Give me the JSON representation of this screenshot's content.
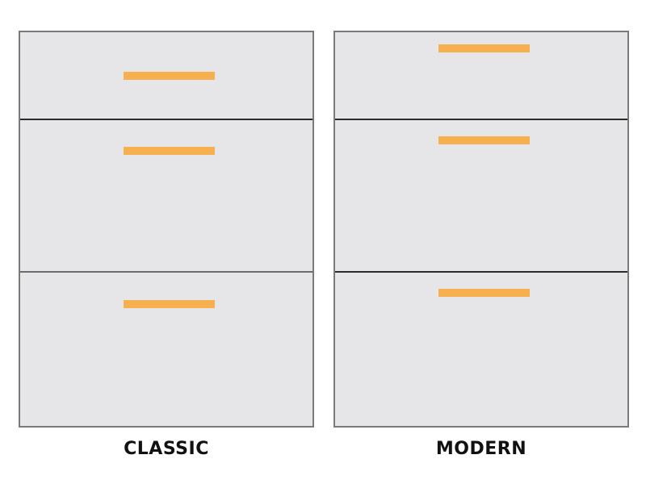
{
  "colors": {
    "cabinet_fill": "#e6e5e8",
    "handle": "#f7b04f",
    "divider": "#2b2b2b"
  },
  "classic": {
    "label": "CLASSIC",
    "drawer_count": 3,
    "handle_position": "centered-upper"
  },
  "modern": {
    "label": "MODERN",
    "drawer_count": 3,
    "handle_position": "top-edge"
  }
}
